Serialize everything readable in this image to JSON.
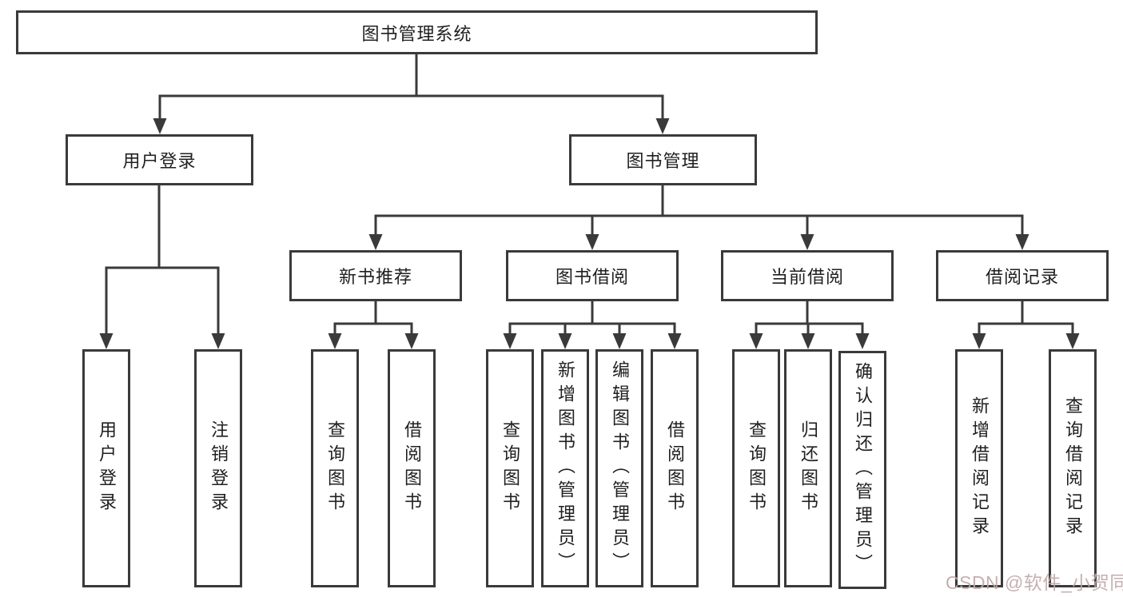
{
  "tree": {
    "root": "图书管理系统",
    "branches": [
      {
        "label": "用户登录",
        "leaves": [
          "用户登录",
          "注销登录"
        ]
      },
      {
        "label": "图书管理",
        "groups": [
          {
            "label": "新书推荐",
            "leaves": [
              "查询图书",
              "借阅图书"
            ]
          },
          {
            "label": "图书借阅",
            "leaves": [
              "查询图书",
              "新增图书（管理员）",
              "编辑图书（管理员）",
              "借阅图书"
            ]
          },
          {
            "label": "当前借阅",
            "leaves": [
              "查询图书",
              "归还图书",
              "确认归还（管理员）"
            ]
          },
          {
            "label": "借阅记录",
            "leaves": [
              "新增借阅记录",
              "查询借阅记录"
            ]
          }
        ]
      }
    ]
  },
  "watermark": "CSDN @软件_小贺同学",
  "colors": {
    "line": "#3a3a3a",
    "border": "#3a3a3a",
    "text": "#1f1f1f",
    "watermark": "#c2a7a7",
    "background": "#ffffff"
  }
}
